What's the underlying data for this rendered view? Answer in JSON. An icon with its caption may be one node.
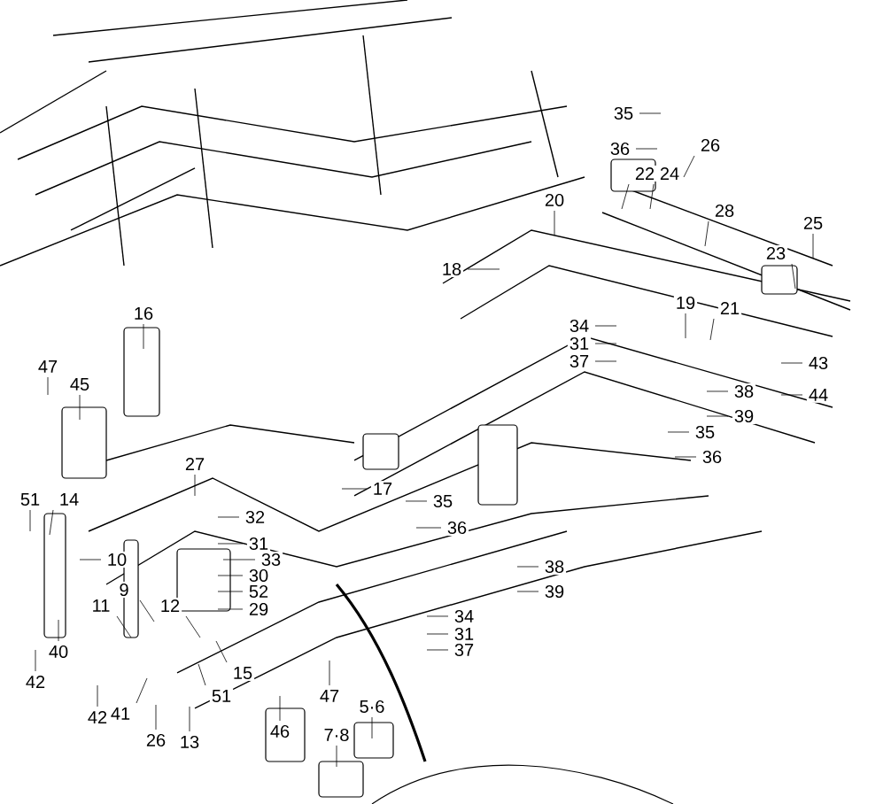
{
  "diagram": {
    "labels": [
      "35",
      "36",
      "26",
      "22",
      "24",
      "20",
      "28",
      "25",
      "18",
      "23",
      "16",
      "19",
      "21",
      "34",
      "31",
      "37",
      "47",
      "45",
      "43",
      "38",
      "44",
      "39",
      "35",
      "36",
      "27",
      "17",
      "35",
      "36",
      "51",
      "14",
      "32",
      "31",
      "10",
      "33",
      "9",
      "30",
      "38",
      "52",
      "39",
      "11",
      "12",
      "29",
      "34",
      "31",
      "40",
      "37",
      "42",
      "15",
      "51",
      "47",
      "42",
      "41",
      "5·6",
      "26",
      "13",
      "46",
      "7·8"
    ]
  }
}
